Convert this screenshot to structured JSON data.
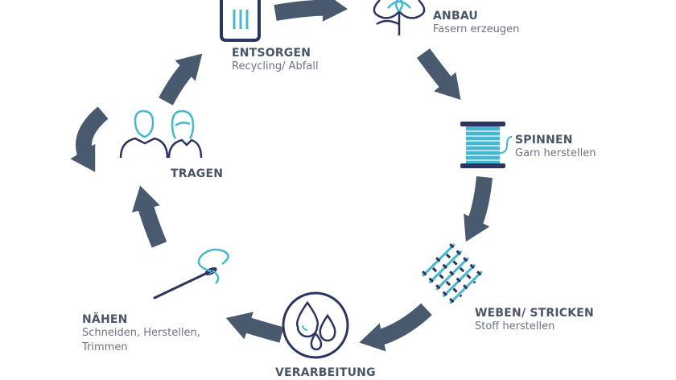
{
  "stages": {
    "entsorgen": {
      "title": "ENTSORGEN",
      "subtitle": "Recycling/ Abfall"
    },
    "anbau": {
      "title": "ANBAU",
      "subtitle": "Fasern erzeugen"
    },
    "spinnen": {
      "title": "SPINNEN",
      "subtitle": "Garn herstellen"
    },
    "weben": {
      "title": "WEBEN/ STRICKEN",
      "subtitle": "Stoff herstellen"
    },
    "verarbeitung": {
      "title": "VERARBEITUNG",
      "subtitle": ""
    },
    "naehen": {
      "title": "NÄHEN",
      "subtitle_line1": "Schneiden, Herstellen,",
      "subtitle_line2": "Trimmen"
    },
    "tragen": {
      "title": "TRAGEN",
      "subtitle": ""
    }
  },
  "colors": {
    "arrow": "#4a5a6e",
    "icon_dark": "#2c3560",
    "icon_accent": "#45b8d0",
    "title": "#4a5568",
    "subtitle": "#6b7280"
  },
  "icons": [
    "trash-bin-icon",
    "cotton-plant-icon",
    "thread-spool-icon",
    "woven-fabric-icon",
    "water-drops-icon",
    "sewing-needle-icon",
    "people-icon"
  ]
}
